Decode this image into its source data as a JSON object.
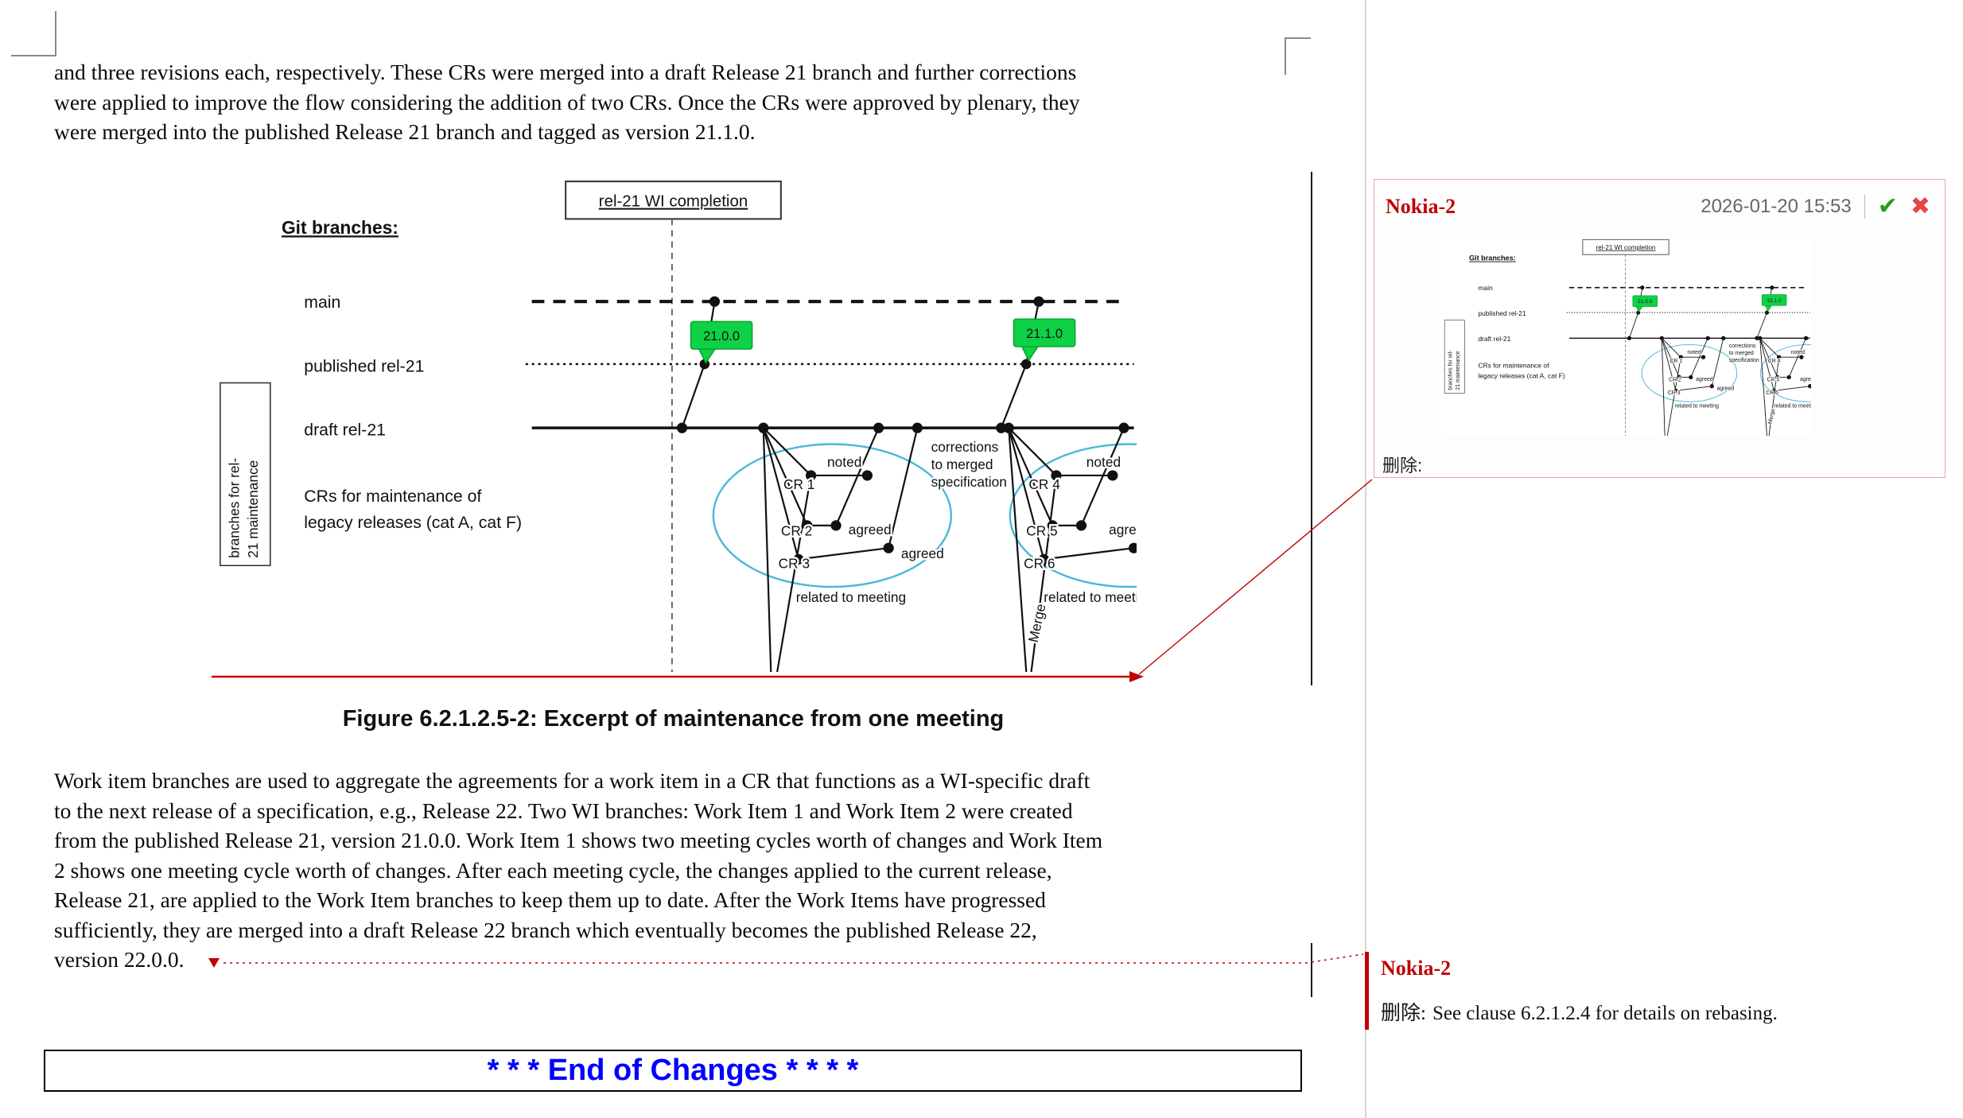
{
  "document": {
    "para1": "and three revisions each, respectively. These CRs were merged into a draft Release 21 branch and further corrections\nwere applied to improve the flow considering the addition of two CRs. Once the CRs were approved by plenary, they\nwere merged into the published Release 21 branch and tagged as version 21.1.0.",
    "figure_caption": "Figure 6.2.1.2.5-2: Excerpt of maintenance from one meeting",
    "para2": "Work item branches are used to aggregate the agreements for a work item in a CR that functions as a WI-specific draft\nto the next release of a specification, e.g., Release 22. Two WI branches: Work Item 1 and Work Item 2 were created\nfrom the published Release 21, version 21.0.0. Work Item 1 shows two meeting cycles worth of changes and Work Item\n2 shows one meeting cycle worth of changes. After each meeting cycle, the changes applied to the current release,\nRelease 21, are applied to the Work Item branches to keep them up to date. After the Work Items have progressed\nsufficiently, they are merged into a draft Release 22 branch which eventually becomes the published Release 22,\nversion 22.0.0.",
    "end_of_changes": "* * * End of Changes * * * *"
  },
  "figure": {
    "title_box": "rel-21 WI completion",
    "legend_title": "Git branches:",
    "branch_main": "main",
    "branch_published": "published rel-21",
    "branch_draft": "draft rel-21",
    "crs_label_line1": "CRs for maintenance of",
    "crs_label_line2": "legacy releases (cat A, cat F)",
    "side_label_line1": "branches for rel-",
    "side_label_line2": "21 maintenance",
    "tag_v1": "21.0.0",
    "tag_v2": "21.1.0",
    "cr1": "CR 1",
    "cr2": "CR 2",
    "cr3": "CR 3",
    "cr4": "CR 4",
    "cr5": "CR 5",
    "cr6": "CR 6",
    "noted": "noted",
    "agreed": "agreed",
    "related": "related to meeting",
    "corrections_line1": "corrections",
    "corrections_line2": "to merged",
    "corrections_line3": "specification",
    "merge": "Merge"
  },
  "comments": {
    "card1": {
      "author": "Nokia-2",
      "timestamp": "2026-01-20 15:53",
      "action_label": "删除:"
    },
    "card2": {
      "author": "Nokia-2",
      "action_label": "删除:",
      "text": "See clause 6.2.1.2.4 for details on rebasing."
    }
  },
  "icons": {
    "accept": "✔",
    "reject": "✖"
  },
  "colors": {
    "revision_red": "#c00000",
    "tag_green": "#0ed145",
    "ellipse_blue": "#45b8d8",
    "end_of_changes_blue": "#0000ff"
  }
}
